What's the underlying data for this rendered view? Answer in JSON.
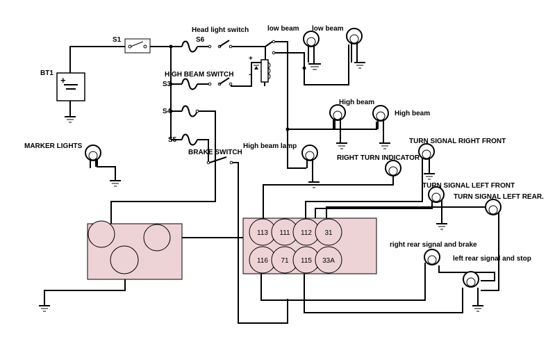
{
  "labels": {
    "s1": "S1",
    "bt1": "BT1",
    "head_light_switch": "Head light switch",
    "s6": "S6",
    "low_beam_1": "low beam",
    "low_beam_2": "low beam",
    "high_beam_switch": "HIGH BEAM SWITCH",
    "s3": "S3",
    "s4": "S4",
    "s5": "S5",
    "high_beam_1": "High beam",
    "high_beam_2": "High beam",
    "marker_lights": "MARKER LIGHTS",
    "brake_switch": "BRAKE SWITCH",
    "high_beam_lamp": "High beam lamp",
    "right_turn_indicator": "RIGHT TURN INDICATOR",
    "turn_signal_right_front": "TURN SIGNAL RIGHT FRONT",
    "turn_signal_left_front": "TURN SIGNAL LEFT FRONT",
    "turn_signal_left_rear": "TURN SIGNAL LEFT REAR.",
    "right_rear_signal_and_brake": "right rear signal and brake",
    "left_rear_signal_and_stop": "left rear signal and stop",
    "battery_plus": "+",
    "relay_plus": "+",
    "relay_minus": "-"
  },
  "connector_pins": [
    "113",
    "111",
    "112",
    "31",
    "116",
    "71",
    "115",
    "33A"
  ]
}
